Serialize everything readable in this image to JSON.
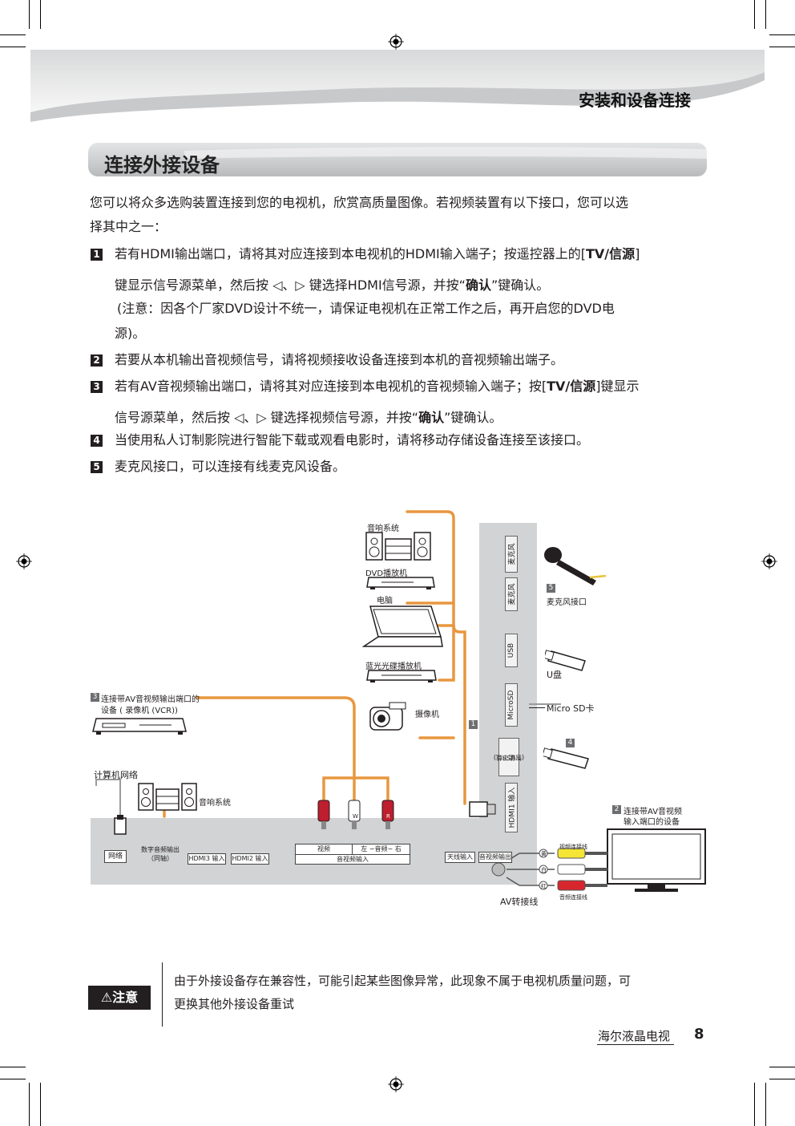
{
  "header": {
    "title": "安装和设备连接"
  },
  "section": {
    "title": "连接外接设备"
  },
  "intro": {
    "line1": "您可以将众多选购装置连接到您的电视机，欣赏高质量图像。若视频装置有以下接口，您可以选",
    "line2": "择其中之一："
  },
  "items": {
    "i1": {
      "num": "1",
      "l1a": "若有HDMI输出端口，请将其对应连接到本电视机的HDMI输入端子；按遥控器上的[",
      "l1b": "TV/信源",
      "l1c": "]",
      "l2a": "键显示信号源菜单，然后按 ◁、▷ 键选择HDMI信号源，并按“",
      "l2b": "确认",
      "l2c": "”键确认。",
      "l3": "(注意：因各个厂家DVD设计不统一，请保证电视机在正常工作之后，再开启您的DVD电",
      "l4": "源)。"
    },
    "i2": {
      "num": "2",
      "l1": "若要从本机输出音视频信号，请将视频接收设备连接到本机的音视频输出端子。"
    },
    "i3": {
      "num": "3",
      "l1a": "若有AV音视频输出端口，请将其对应连接到本电视机的音视频输入端子；按[",
      "l1b": "TV/信源",
      "l1c": "]键显示",
      "l2a": "信号源菜单，然后按 ◁、▷ 键选择视频信号源，并按“",
      "l2b": "确认",
      "l2c": "”键确认。"
    },
    "i4": {
      "num": "4",
      "l1": "当使用私人订制影院进行智能下载或观看电影时，请将移动存储设备连接至该接口。"
    },
    "i5": {
      "num": "5",
      "l1": "麦克风接口，可以连接有线麦克风设备。"
    }
  },
  "diagram": {
    "audio_system_top": "音响系统",
    "dvd_player": "DVD播放机",
    "computer": "电脑",
    "bluray_player": "蓝光光碟播放机",
    "camcorder": "摄像机",
    "av_device_num": "3",
    "av_device_line1": "连接带AV音视频输出端口的",
    "av_device_line2": "设备 ( 录像机 (VCR))",
    "network_label": "计算机网络",
    "audio_system_bottom": "音响系统",
    "mic_num": "5",
    "mic_port_label": "麦克风接口",
    "udisk": "U盘",
    "microsd_card": "Micro SD卡",
    "storage_num": "4",
    "hdmi_num": "1",
    "tv_out_num": "2",
    "tv_out_line1": "连接带AV音视频",
    "tv_out_line2": "输入端口的设备",
    "ports": {
      "mic1": "麦克风",
      "mic2": "麦克风",
      "usb": "USB",
      "microsd": "MicroSD",
      "usb_smart_1": "USB",
      "usb_smart_2": "(智能下载)",
      "hdmi1": "HDMI1 输入",
      "network": "网络",
      "digital_audio_1": "数字音频输出",
      "digital_audio_2": "（同轴）",
      "hdmi3": "HDMI3 输入",
      "hdmi2": "HDMI2 输入",
      "video": "视频",
      "audio_lr": "左 −音频− 右",
      "av_in": "音视频输入",
      "antenna": "天线输入",
      "av_out": "音视频输出"
    },
    "cable_w": "W",
    "cable_r": "R",
    "video_cable": "视频连接线",
    "audio_cable": "音频连接线",
    "av_adapter": "AV转接线",
    "jack_yellow": "黄",
    "jack_white": "白",
    "jack_red": "红"
  },
  "note": {
    "badge": "⚠注意",
    "line1": "由于外接设备存在兼容性，可能引起某些图像异常，此现象不属于电视机质量问题，可",
    "line2": "更换其他外接设备重试"
  },
  "footer": {
    "brand": "海尔液晶电视",
    "page": "8"
  },
  "colors": {
    "cable_orange": "#e8973f",
    "panel_gray": "#d1d3d4",
    "header_gray": "#bcbec0"
  }
}
